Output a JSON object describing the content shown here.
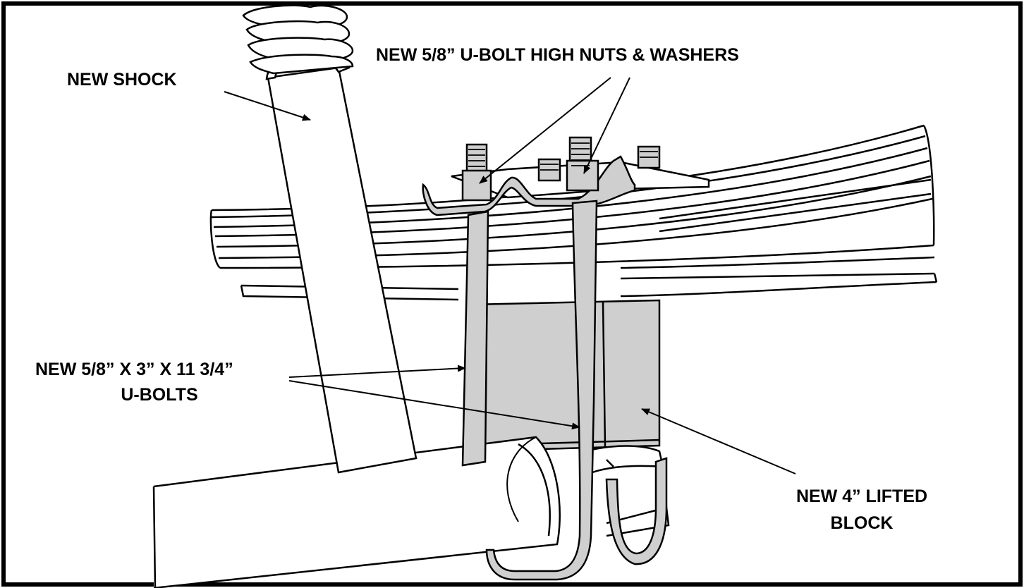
{
  "figure": {
    "callouts": {
      "shock": "NEW SHOCK",
      "nuts": "NEW 5/8” U-BOLT HIGH NUTS & WASHERS",
      "ubolts_line1": "NEW 5/8” X 3” X 11 3/4”",
      "ubolts_line2": "U-BOLTS",
      "block_line1": "NEW 4” LIFTED",
      "block_line2": "BLOCK"
    },
    "colors": {
      "line": "#000000",
      "part_fill": "#cfcfcf",
      "background": "#ffffff"
    }
  }
}
